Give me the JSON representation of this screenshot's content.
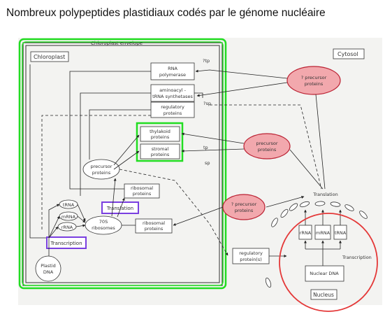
{
  "heading": "Nombreux polypeptides plastidiaux codés par le génome nucléaire",
  "diagram": {
    "chloroplast_envelope": "Chloroplast envelope",
    "chloroplast": "Chloroplast",
    "cytosol": "Cytosol",
    "nucleus": "Nucleus",
    "rna_polymerase": [
      "RNA",
      "polymerase"
    ],
    "aminoacyl_trna": [
      "aminoacyl -",
      "tRNA synthetases"
    ],
    "regulatory_proteins": [
      "regulatory",
      "proteins"
    ],
    "thylakoid_proteins": [
      "thylakoid",
      "proteins"
    ],
    "stromal_proteins": [
      "stromal",
      "proteins"
    ],
    "precursor_proteins_inner": [
      "precursor",
      "proteins"
    ],
    "ribosomal_proteins_upper": [
      "ribosomal",
      "proteins"
    ],
    "ribosomal_proteins_lower": [
      "ribosomal",
      "proteins"
    ],
    "trna": "tRNA",
    "mrna": "mRNA",
    "rrna": "rRNA",
    "ribosomes_70s": [
      "70S",
      "ribosomes"
    ],
    "translation_chloro": "Translation",
    "transcription_chloro": "Transcription",
    "plastid_dna": [
      "Plastid",
      "DNA"
    ],
    "precursor_top": [
      "? precursor",
      "proteins"
    ],
    "precursor_mid": [
      "precursor",
      "proteins"
    ],
    "precursor_low": [
      "? precursor",
      "proteins"
    ],
    "translation_cytosol": "Translation",
    "nuc_rrna": "rRNA",
    "nuc_mrna": "mRNA",
    "nuc_trna": "tRNA",
    "transcription_nuc": "Transcription",
    "nuclear_dna": "Nuclear DNA",
    "regulatory_proteins_out": [
      "regulatory",
      "protein(s)"
    ],
    "tp": "tp",
    "sp": "sp",
    "qtp": "?tp",
    "qsp": "?sp"
  },
  "colors": {
    "green_highlight": "#22dd22",
    "purple_highlight": "#7a3fe0",
    "red_circle": "#e43838",
    "pink_fill": "#f2a8ad"
  }
}
